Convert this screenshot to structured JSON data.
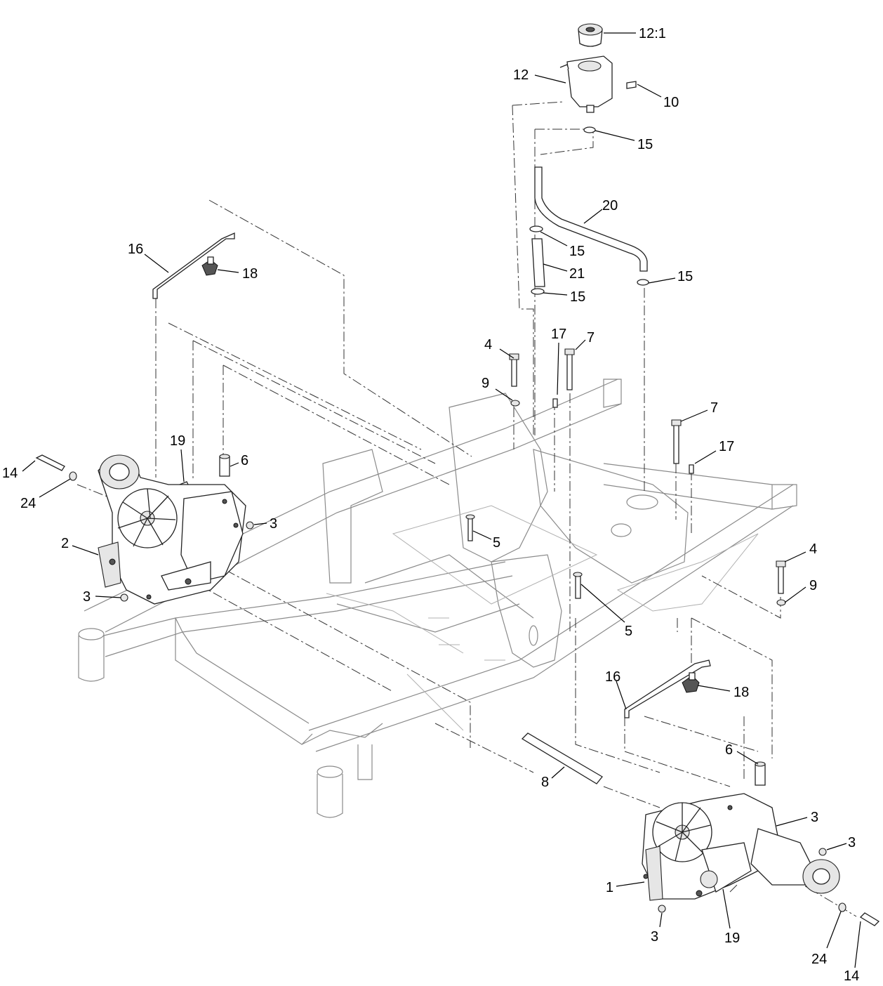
{
  "diagram": {
    "callouts": [
      "12:1",
      "12",
      "10",
      "15",
      "20",
      "15",
      "21",
      "15",
      "15",
      "16",
      "18",
      "4",
      "17",
      "7",
      "9",
      "7",
      "17",
      "19",
      "6",
      "14",
      "24",
      "3",
      "2",
      "3",
      "5",
      "4",
      "9",
      "5",
      "16",
      "18",
      "6",
      "8",
      "3",
      "3",
      "1",
      "3",
      "19",
      "24",
      "14"
    ]
  }
}
